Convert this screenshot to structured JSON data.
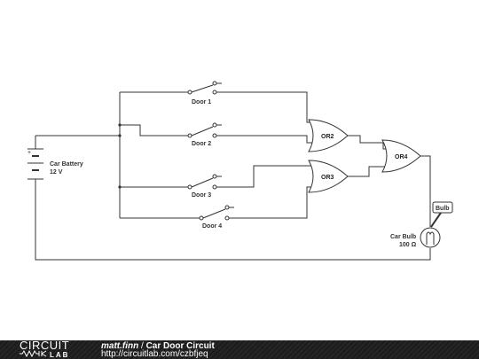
{
  "circuit": {
    "battery": {
      "name": "Car Battery",
      "value": "12 V"
    },
    "switches": [
      {
        "label": "Door 1"
      },
      {
        "label": "Door 2"
      },
      {
        "label": "Door 3"
      },
      {
        "label": "Door 4"
      }
    ],
    "gates": [
      {
        "label": "OR2"
      },
      {
        "label": "OR3"
      },
      {
        "label": "OR4"
      }
    ],
    "bulb": {
      "name": "Car Bulb",
      "value": "100 Ω",
      "tag": "Bulb"
    }
  },
  "footer": {
    "logo_top": "CIRCUIT",
    "logo_bottom": "LAB",
    "author": "matt.finn",
    "separator": "/",
    "title": "Car Door Circuit",
    "url": "http://circuitlab.com/czbfjeq"
  },
  "colors": {
    "wire": "#333333",
    "footer_bg": "#1e1e1e"
  }
}
